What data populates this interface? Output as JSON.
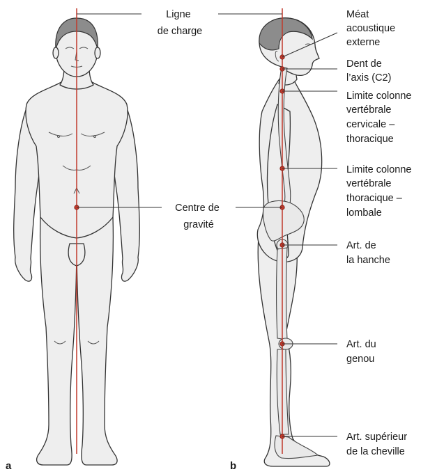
{
  "labels": {
    "line_of_gravity": [
      "Ligne",
      "de charge"
    ],
    "center_of_gravity": [
      "Centre de",
      "gravité"
    ],
    "external_acoustic_meatus": [
      "Méat",
      "acoustique",
      "externe"
    ],
    "dens_axis": [
      "Dent de",
      "l’axis (C2)"
    ],
    "cervicothoracic_junction": [
      "Limite colonne",
      "vertébrale",
      "cervicale –",
      "thoracique"
    ],
    "thoracolumbar_junction": [
      "Limite colonne",
      "vertébrale",
      "thoracique –",
      "lombale"
    ],
    "hip_joint": [
      "Art. de",
      "la hanche"
    ],
    "knee_joint": [
      "Art. du",
      "genou"
    ],
    "ankle_joint": [
      "Art. supérieur",
      "de la cheville"
    ]
  },
  "panels": {
    "front": "a",
    "side": "b"
  },
  "colors": {
    "gravity_line": "#c0392b",
    "body_fill": "#eeeeee",
    "outline": "#333333"
  }
}
